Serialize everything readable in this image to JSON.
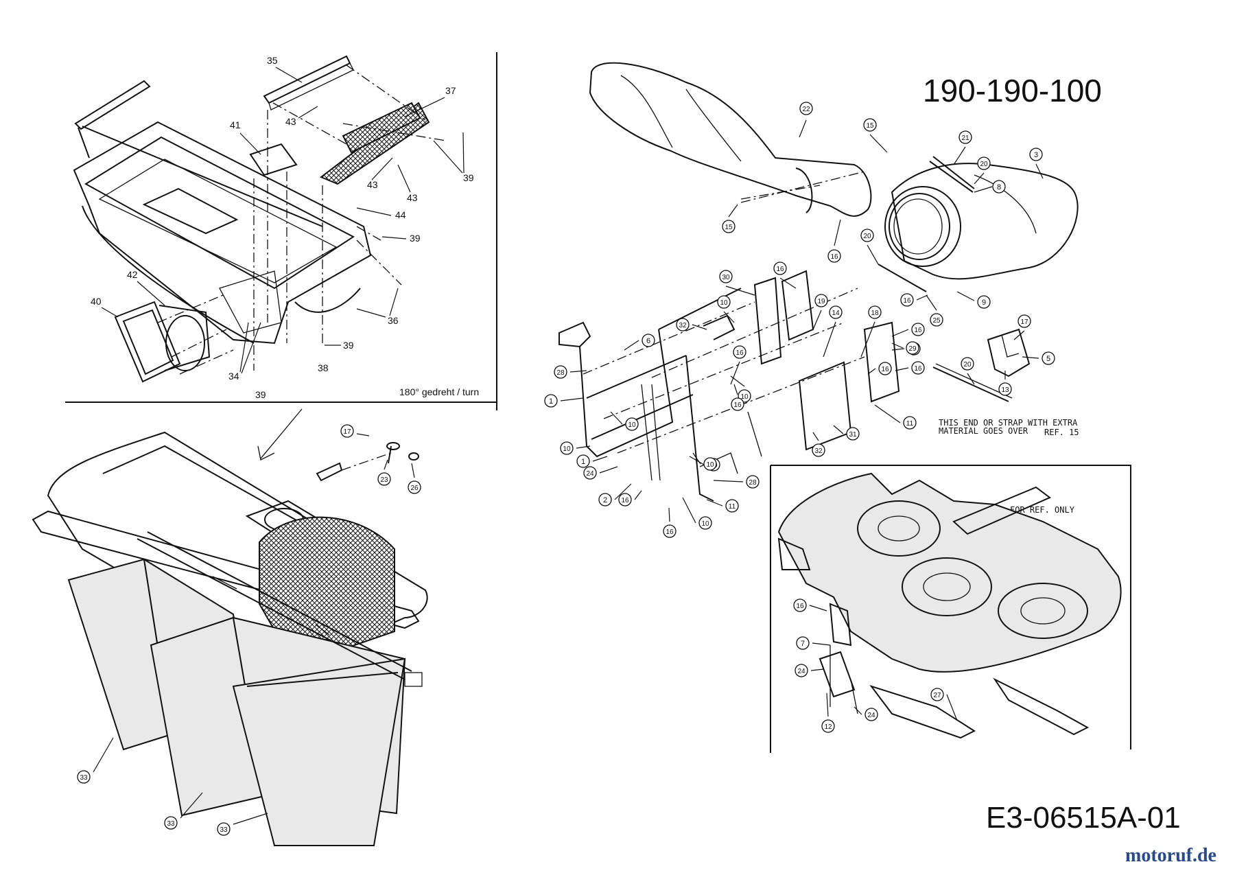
{
  "title": "190-190-100",
  "drawing_code": "E3-06515A-01",
  "watermark": {
    "text": "motoruf.de",
    "accent_color": "#d89a1c",
    "primary_color": "#2b4a8a"
  },
  "inset_note": "180° gedreht / turn",
  "strap_note_line1": "THIS END OR STRAP WITH EXTRA",
  "strap_note_line2": "MATERIAL GOES OVER",
  "strap_note_ref": "REF. 15",
  "deck_note": "FOR REF. ONLY",
  "labels_plain": [
    {
      "id": "35",
      "text": "35"
    },
    {
      "id": "37",
      "text": "37"
    },
    {
      "id": "41",
      "text": "41"
    },
    {
      "id": "43a",
      "text": "43"
    },
    {
      "id": "43b",
      "text": "43"
    },
    {
      "id": "43c",
      "text": "43"
    },
    {
      "id": "43d",
      "text": "43"
    },
    {
      "id": "39a",
      "text": "39"
    },
    {
      "id": "39b",
      "text": "39"
    },
    {
      "id": "39c",
      "text": "39"
    },
    {
      "id": "39d",
      "text": "39"
    },
    {
      "id": "44",
      "text": "44"
    },
    {
      "id": "42",
      "text": "42"
    },
    {
      "id": "40",
      "text": "40"
    },
    {
      "id": "36",
      "text": "36"
    },
    {
      "id": "34",
      "text": "34"
    },
    {
      "id": "38",
      "text": "38"
    }
  ],
  "labels_circled": [
    {
      "id": "22",
      "text": "22"
    },
    {
      "id": "15a",
      "text": "15"
    },
    {
      "id": "15b",
      "text": "15"
    },
    {
      "id": "16a",
      "text": "16"
    },
    {
      "id": "21",
      "text": "21"
    },
    {
      "id": "20a",
      "text": "20"
    },
    {
      "id": "8",
      "text": "8"
    },
    {
      "id": "3",
      "text": "3"
    },
    {
      "id": "20b",
      "text": "20"
    },
    {
      "id": "16b",
      "text": "16"
    },
    {
      "id": "9",
      "text": "9"
    },
    {
      "id": "25",
      "text": "25"
    },
    {
      "id": "30",
      "text": "30"
    },
    {
      "id": "16c",
      "text": "16"
    },
    {
      "id": "10a",
      "text": "10"
    },
    {
      "id": "19",
      "text": "19"
    },
    {
      "id": "14",
      "text": "14"
    },
    {
      "id": "18",
      "text": "18"
    },
    {
      "id": "16d",
      "text": "16"
    },
    {
      "id": "32a",
      "text": "32"
    },
    {
      "id": "16e",
      "text": "16"
    },
    {
      "id": "29a",
      "text": "29"
    },
    {
      "id": "6",
      "text": "6"
    },
    {
      "id": "28a",
      "text": "28"
    },
    {
      "id": "16f",
      "text": "16"
    },
    {
      "id": "10b",
      "text": "10"
    },
    {
      "id": "16g",
      "text": "16"
    },
    {
      "id": "1a",
      "text": "1"
    },
    {
      "id": "10c",
      "text": "10"
    },
    {
      "id": "10d",
      "text": "10"
    },
    {
      "id": "10e",
      "text": "10"
    },
    {
      "id": "1b",
      "text": "1"
    },
    {
      "id": "24a",
      "text": "24"
    },
    {
      "id": "31",
      "text": "31"
    },
    {
      "id": "11a",
      "text": "11"
    },
    {
      "id": "32b",
      "text": "32"
    },
    {
      "id": "10f",
      "text": "10"
    },
    {
      "id": "28b",
      "text": "28"
    },
    {
      "id": "2",
      "text": "2"
    },
    {
      "id": "16h",
      "text": "16"
    },
    {
      "id": "11b",
      "text": "11"
    },
    {
      "id": "10g",
      "text": "10"
    },
    {
      "id": "16i",
      "text": "16"
    },
    {
      "id": "17a",
      "text": "17"
    },
    {
      "id": "5",
      "text": "5"
    },
    {
      "id": "13",
      "text": "13"
    },
    {
      "id": "20c",
      "text": "20"
    },
    {
      "id": "29b",
      "text": "29"
    },
    {
      "id": "16j",
      "text": "16"
    },
    {
      "id": "17b",
      "text": "17"
    },
    {
      "id": "23",
      "text": "23"
    },
    {
      "id": "26",
      "text": "26"
    },
    {
      "id": "33a",
      "text": "33"
    },
    {
      "id": "33b",
      "text": "33"
    },
    {
      "id": "33c",
      "text": "33"
    },
    {
      "id": "16k",
      "text": "16"
    },
    {
      "id": "7",
      "text": "7"
    },
    {
      "id": "24b",
      "text": "24"
    },
    {
      "id": "24c",
      "text": "24"
    },
    {
      "id": "12",
      "text": "12"
    },
    {
      "id": "27",
      "text": "27"
    }
  ]
}
